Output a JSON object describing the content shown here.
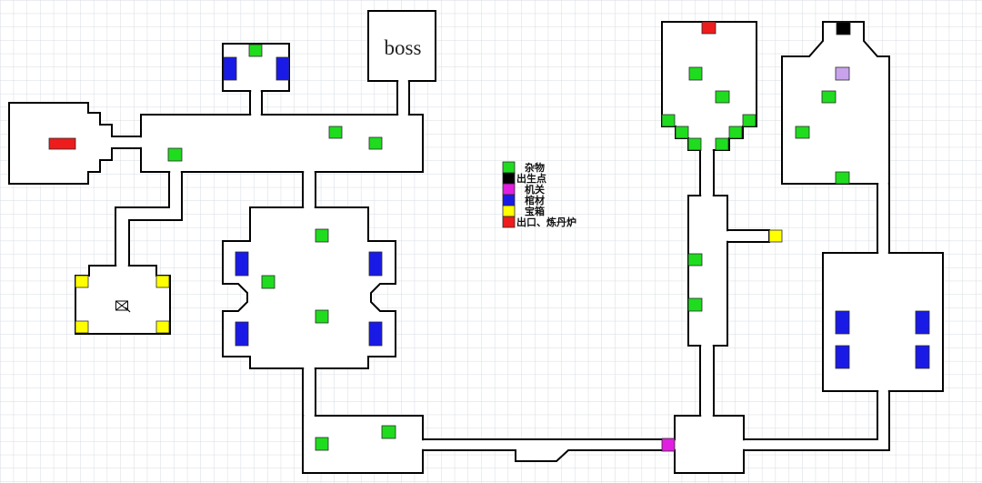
{
  "map": {
    "boss_label": "boss"
  },
  "legend": [
    {
      "type": "misc",
      "label": "杂物",
      "color": "#1fdc1f"
    },
    {
      "type": "spawn",
      "label": "出生点",
      "color": "#000000"
    },
    {
      "type": "mechanism",
      "label": "机关",
      "color": "#e01fe0"
    },
    {
      "type": "coffin",
      "label": "棺材",
      "color": "#1a1ae6"
    },
    {
      "type": "chest",
      "label": "宝箱",
      "color": "#ffff00"
    },
    {
      "type": "exit",
      "label": "出口、炼丹炉",
      "color": "#ee1c1c"
    }
  ],
  "colors": {
    "grid": "#d6dbe2",
    "wall": "#000000",
    "floor": "#ffffff",
    "mechanism_alt": "#c9a2ec"
  },
  "icons": {
    "start_marker": "crossed-box-icon"
  }
}
